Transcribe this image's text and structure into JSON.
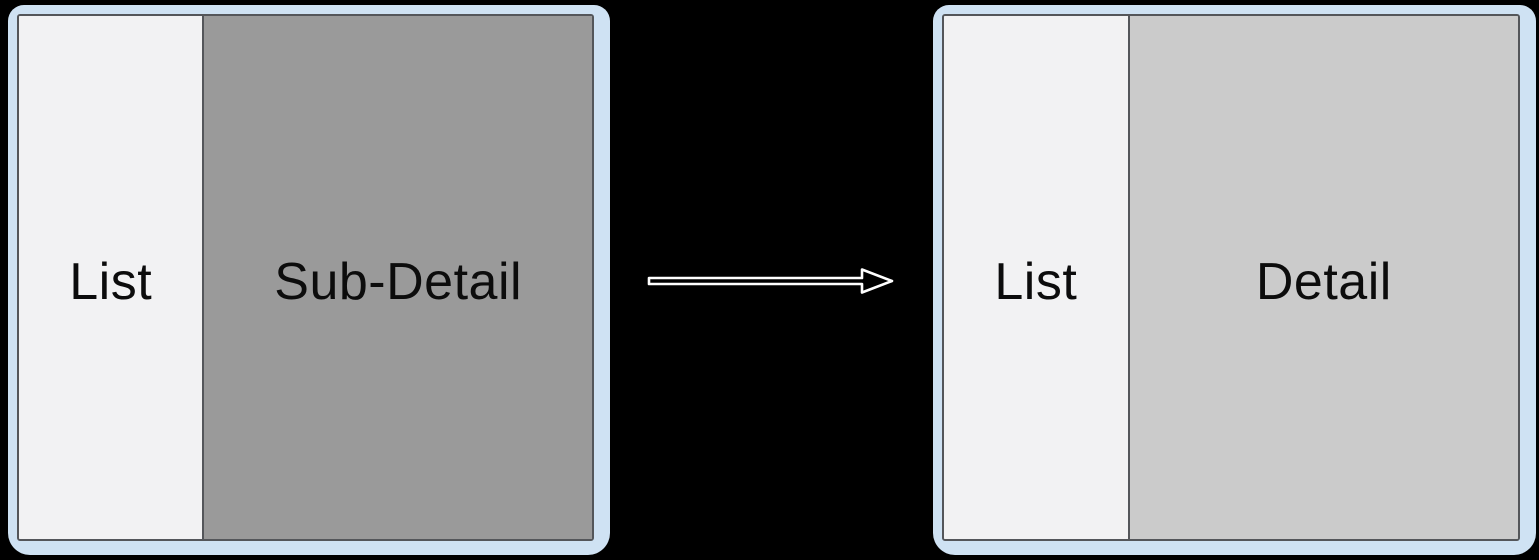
{
  "background_color": "#000000",
  "arrow": {
    "icon": "arrow-right-icon",
    "stroke_color": "#ffffff",
    "fill_color": "#000000"
  },
  "frames": [
    {
      "id": "before",
      "bezel_color": "#cfe2f3",
      "outline_color": "#54565a",
      "panes": [
        {
          "label": "List",
          "background_color": "#f2f2f3",
          "text_color": "#0c0c0c"
        },
        {
          "label": "Sub-Detail",
          "background_color": "#9a9a9a",
          "text_color": "#0c0c0c"
        }
      ]
    },
    {
      "id": "after",
      "bezel_color": "#cfe2f3",
      "outline_color": "#54565a",
      "panes": [
        {
          "label": "List",
          "background_color": "#f2f2f3",
          "text_color": "#0c0c0c"
        },
        {
          "label": "Detail",
          "background_color": "#cbcbcb",
          "text_color": "#0c0c0c"
        }
      ]
    }
  ]
}
